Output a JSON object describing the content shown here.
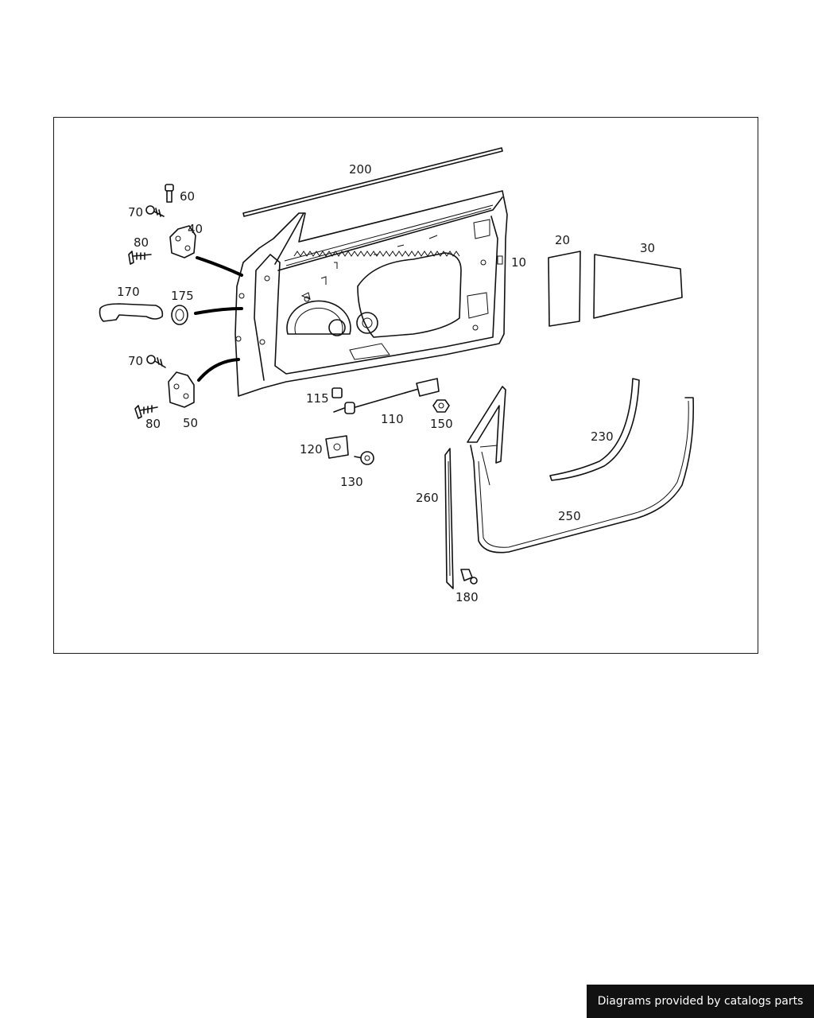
{
  "callouts": {
    "c10": "10",
    "c20": "20",
    "c30": "30",
    "c40": "40",
    "c50": "50",
    "c60": "60",
    "c70a": "70",
    "c70b": "70",
    "c80a": "80",
    "c80b": "80",
    "c110": "110",
    "c115": "115",
    "c120": "120",
    "c130": "130",
    "c150": "150",
    "c170": "170",
    "c175": "175",
    "c180": "180",
    "c200": "200",
    "c230": "230",
    "c250": "250",
    "c260": "260"
  },
  "footer": {
    "text": "Diagrams provided by catalogs parts"
  }
}
